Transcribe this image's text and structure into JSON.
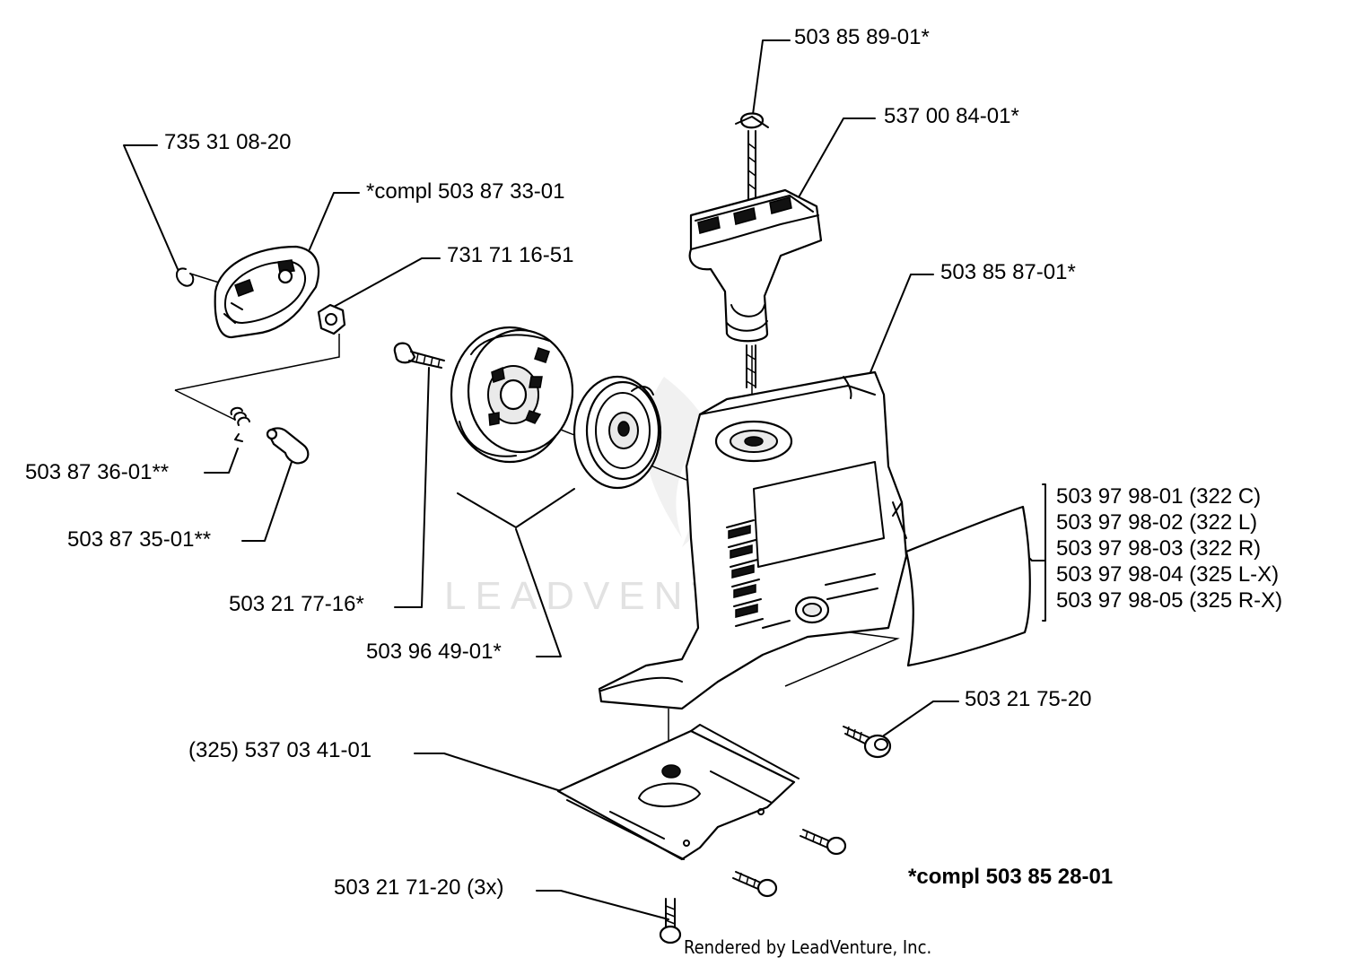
{
  "watermark": "LEADVENTURE",
  "credit": "Rendered by LeadVenture, Inc.",
  "kit_note": "*compl 503 85 28-01",
  "labels": {
    "rope": "503 85 89-01*",
    "handle": "537 00 84-01*",
    "circlip": "735 31 08-20",
    "pawl_carrier": "*compl 503 87 33-01",
    "nut": "731 71 16-51",
    "housing": "503 85 87-01*",
    "spring_small": "503 87 36-01**",
    "pawl": "503 87 35-01**",
    "screw_pulley": "503 21 77-16*",
    "pulley_spring": "503 96 49-01*",
    "screw_right": "503 21 75-20",
    "base_plate": "(325) 537 03 41-01",
    "screws_3x": "503 21 71-20 (3x)"
  },
  "decal_options": [
    "503 97 98-01 (322 C)",
    "503 97 98-02 (322 L)",
    "503 97 98-03 (322 R)",
    "503 97 98-04 (325 L-X)",
    "503 97 98-05 (325 R-X)"
  ]
}
